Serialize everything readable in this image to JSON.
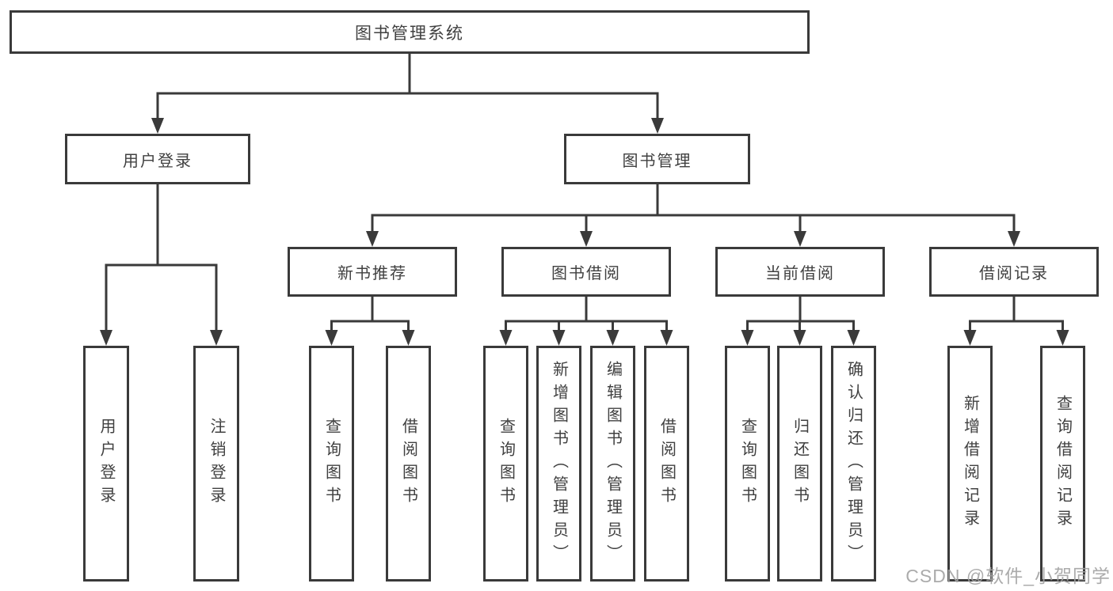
{
  "diagram": {
    "root": {
      "label": "图书管理系统"
    },
    "level2": [
      {
        "label": "用户登录"
      },
      {
        "label": "图书管理"
      }
    ],
    "level3": [
      {
        "label": "新书推荐",
        "parent": "图书管理"
      },
      {
        "label": "图书借阅",
        "parent": "图书管理"
      },
      {
        "label": "当前借阅",
        "parent": "图书管理"
      },
      {
        "label": "借阅记录",
        "parent": "图书管理"
      }
    ],
    "leaves": [
      {
        "label": "用户登录",
        "parent": "用户登录"
      },
      {
        "label": "注销登录",
        "parent": "用户登录"
      },
      {
        "label": "查询图书",
        "parent": "新书推荐"
      },
      {
        "label": "借阅图书",
        "parent": "新书推荐"
      },
      {
        "label": "查询图书",
        "parent": "图书借阅"
      },
      {
        "label": "新增图书（管理员）",
        "parent": "图书借阅"
      },
      {
        "label": "编辑图书（管理员）",
        "parent": "图书借阅"
      },
      {
        "label": "借阅图书",
        "parent": "图书借阅"
      },
      {
        "label": "查询图书",
        "parent": "当前借阅"
      },
      {
        "label": "归还图书",
        "parent": "当前借阅"
      },
      {
        "label": "确认归还（管理员）",
        "parent": "当前借阅"
      },
      {
        "label": "新增借阅记录",
        "parent": "借阅记录"
      },
      {
        "label": "查询借阅记录",
        "parent": "借阅记录"
      }
    ]
  },
  "watermark": {
    "text": "CSDN @软件_小贺同学"
  },
  "colors": {
    "line": "#3a3a3a",
    "box_border": "#3a3a3a",
    "box_fill": "#ffffff",
    "text": "#404040",
    "background": "#ffffff",
    "watermark": "#a3a3a3"
  }
}
